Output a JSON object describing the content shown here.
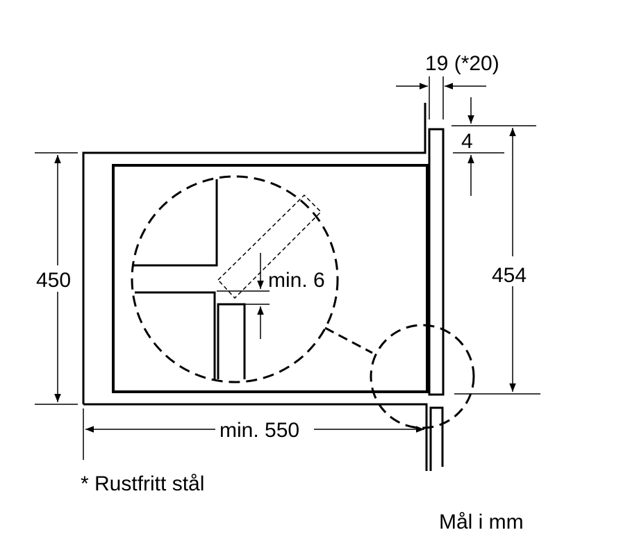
{
  "dimensions": {
    "panel_thickness": "19 (*20)",
    "top_gap": "4",
    "cabinet_height": "450",
    "panel_height": "454",
    "detail_gap": "min. 6",
    "depth": "min. 550"
  },
  "notes": {
    "footnote": "* Rustfritt stål",
    "units": "Mål i mm"
  },
  "colors": {
    "line": "#000000",
    "background": "#ffffff"
  }
}
